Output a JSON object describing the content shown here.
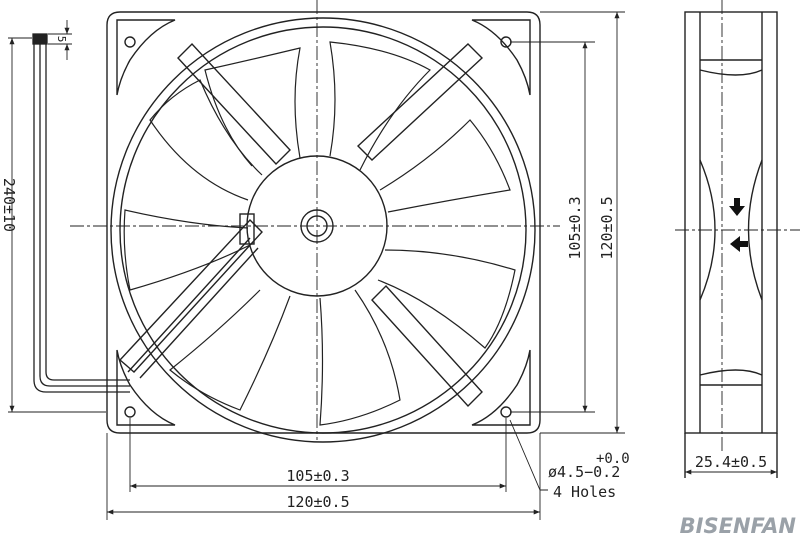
{
  "dimensions": {
    "hole_spacing_bottom": "105±0.3",
    "overall_width_bottom": "120±0.5",
    "hole_spacing_right": "105±0.3",
    "overall_height_right": "120±0.5",
    "cable_length": "240±10",
    "wire_strip": "5",
    "thickness": "25.4±0.5",
    "hole_tol_upper": "+0.0",
    "hole_diameter": "ø4.5−0.2",
    "hole_count": "4 Holes"
  },
  "brand": {
    "logo": "BISENFAN"
  }
}
